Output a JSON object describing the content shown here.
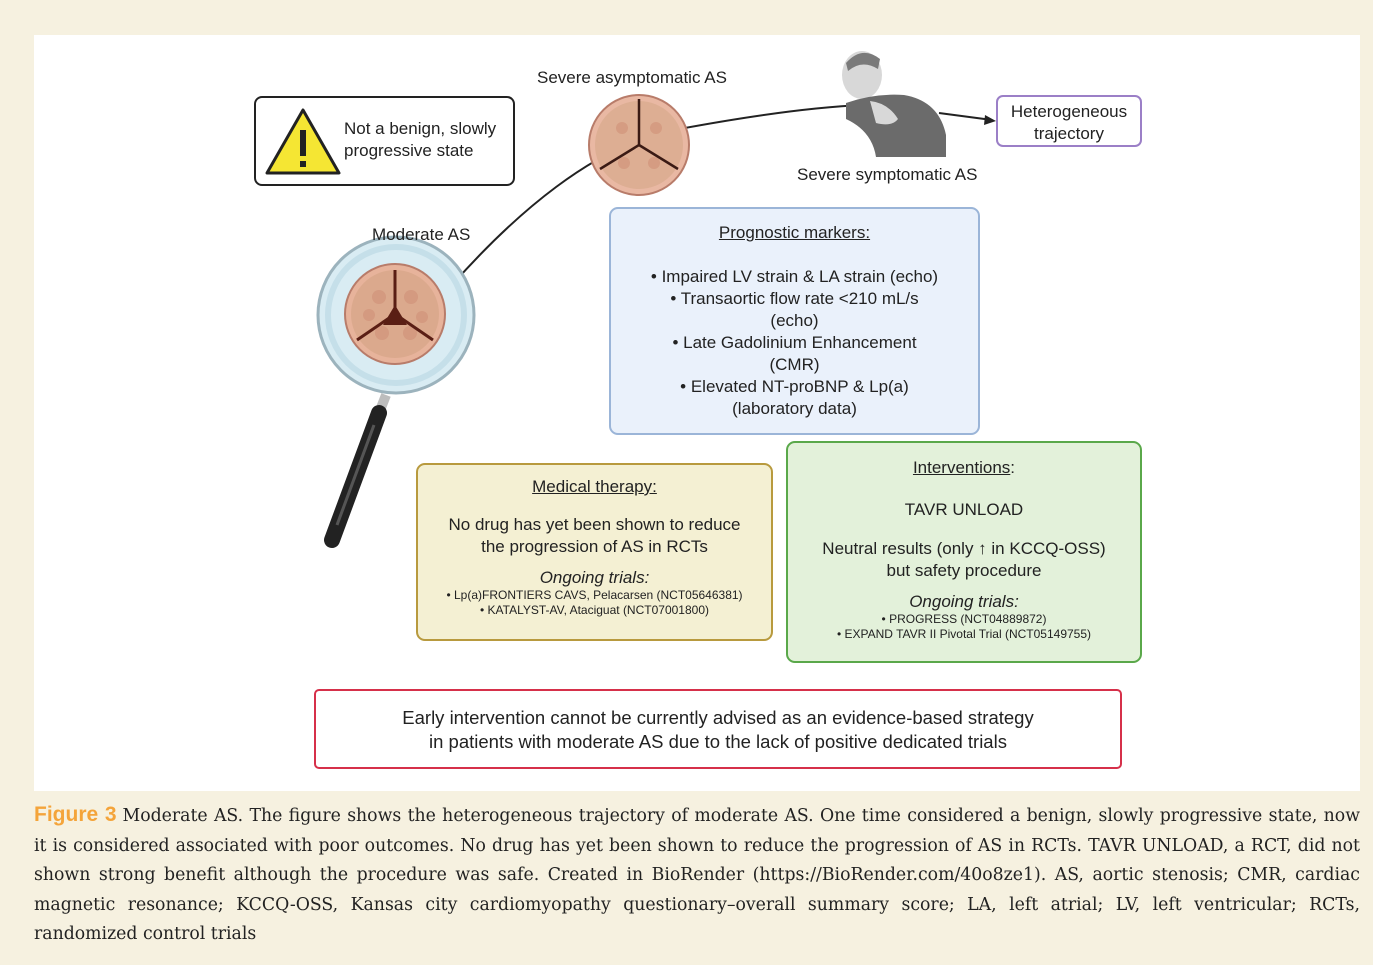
{
  "warning": {
    "text": "Not a benign, slowly progressive state"
  },
  "stages": {
    "moderate": "Moderate AS",
    "severe_asymptomatic": "Severe asymptomatic AS",
    "severe_symptomatic": "Severe symptomatic AS",
    "outcome": "Heterogeneous trajectory"
  },
  "prognostic": {
    "title": "Prognostic markers:",
    "items": [
      "• Impaired LV strain & LA strain (echo)",
      "• Transaortic flow rate <210 mL/s",
      "(echo)",
      "• Late Gadolinium Enhancement",
      "(CMR)",
      "• Elevated NT-proBNP & Lp(a)",
      "(laboratory data)"
    ]
  },
  "medical": {
    "title": "Medical therapy:",
    "body": [
      "No drug has yet been shown to reduce",
      "the progression of AS in RCTs"
    ],
    "trials_title": "Ongoing trials:",
    "trials": [
      "• Lp(a)FRONTIERS CAVS, Pelacarsen (NCT05646381)",
      "• KATALYST-AV, Ataciguat (NCT07001800)"
    ]
  },
  "interventions": {
    "title": "Interventions",
    "colon": ":",
    "trial": "TAVR UNLOAD",
    "body": [
      "Neutral results (only ↑ in KCCQ-OSS)",
      "but safety procedure"
    ],
    "trials_title": "Ongoing trials:",
    "trials": [
      "• PROGRESS (NCT04889872)",
      "• EXPAND TAVR II Pivotal Trial (NCT05149755)"
    ]
  },
  "conclusion": [
    "Early intervention cannot be currently advised as an evidence-based strategy",
    "in patients with moderate AS due to the lack of positive dedicated trials"
  ],
  "caption": {
    "label": "Figure 3",
    "text": "Moderate AS. The figure shows the heterogeneous trajectory of moderate AS. One time considered a benign, slowly progressive state, now it is considered associated with poor outcomes. No drug has yet been shown to reduce the progression of AS in RCTs. TAVR UNLOAD, a RCT, did not shown strong benefit although the procedure was safe. Created in BioRender (https://BioRender.com/40o8ze1). AS, aortic stenosis; CMR, cardiac magnetic resonance; KCCQ-OSS, Kansas city cardiomyopathy questionary–overall summary score; LA, left atrial; LV, left ventricular; RCTs, randomized control trials"
  },
  "colors": {
    "warning_border": "#222222",
    "warning_fill": "#f5e633",
    "outcome_border": "#9b7fc7",
    "prognostic_border": "#9bb5d8",
    "prognostic_fill": "#eaf1fb",
    "medical_border": "#b89a3e",
    "medical_fill": "#f4f0d3",
    "interventions_border": "#5aa84a",
    "interventions_fill": "#e3f1da",
    "conclusion_border": "#d6304a",
    "caption_label": "#f4a43a"
  }
}
